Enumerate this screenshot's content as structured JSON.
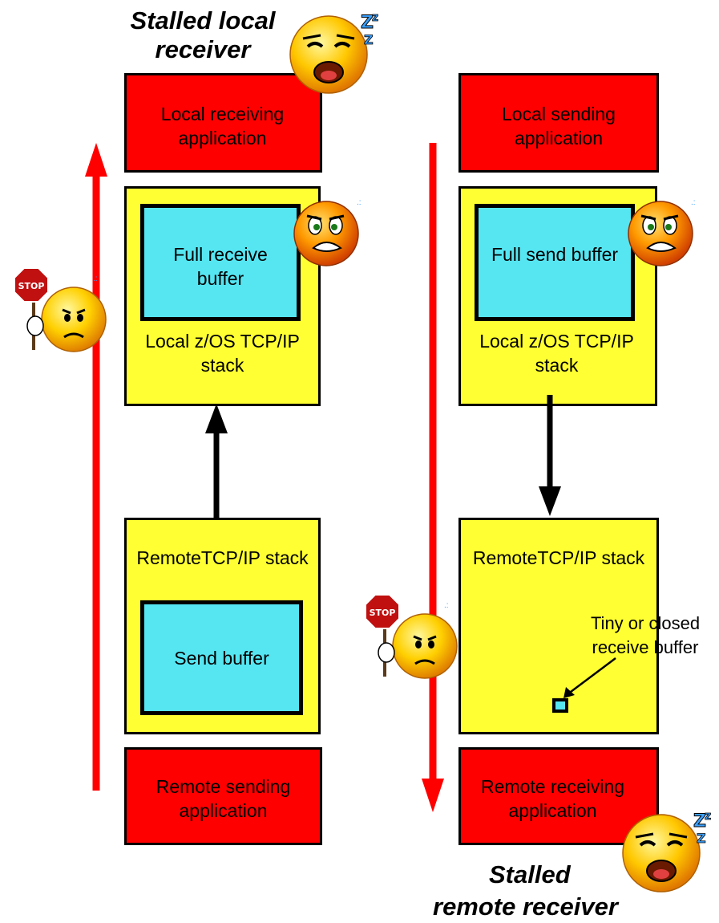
{
  "left": {
    "title_line1": "Stalled  local",
    "title_line2": "receiver",
    "app_top": "Local receiving application",
    "buffer": "Full receive buffer",
    "stack": "Local z/OS TCP/IP stack",
    "remote_stack": "RemoteTCP/IP stack",
    "send_buffer": "Send buffer",
    "app_bottom": "Remote sending application"
  },
  "right": {
    "app_top": "Local sending application",
    "buffer": "Full send buffer",
    "stack": "Local z/OS TCP/IP stack",
    "remote_stack": "RemoteTCP/IP stack",
    "tiny_buffer_label": "Tiny or closed receive buffer",
    "app_bottom": "Remote receiving application",
    "title_line1": "Stalled",
    "title_line2": "remote receiver"
  },
  "colors": {
    "app": "#ff0000",
    "stack": "#ffff33",
    "buffer": "#55e6f2",
    "arrow_flow": "#ff0000"
  },
  "icons": [
    "sleeping-face-icon",
    "angry-face-icon",
    "stop-sign-face-icon"
  ]
}
